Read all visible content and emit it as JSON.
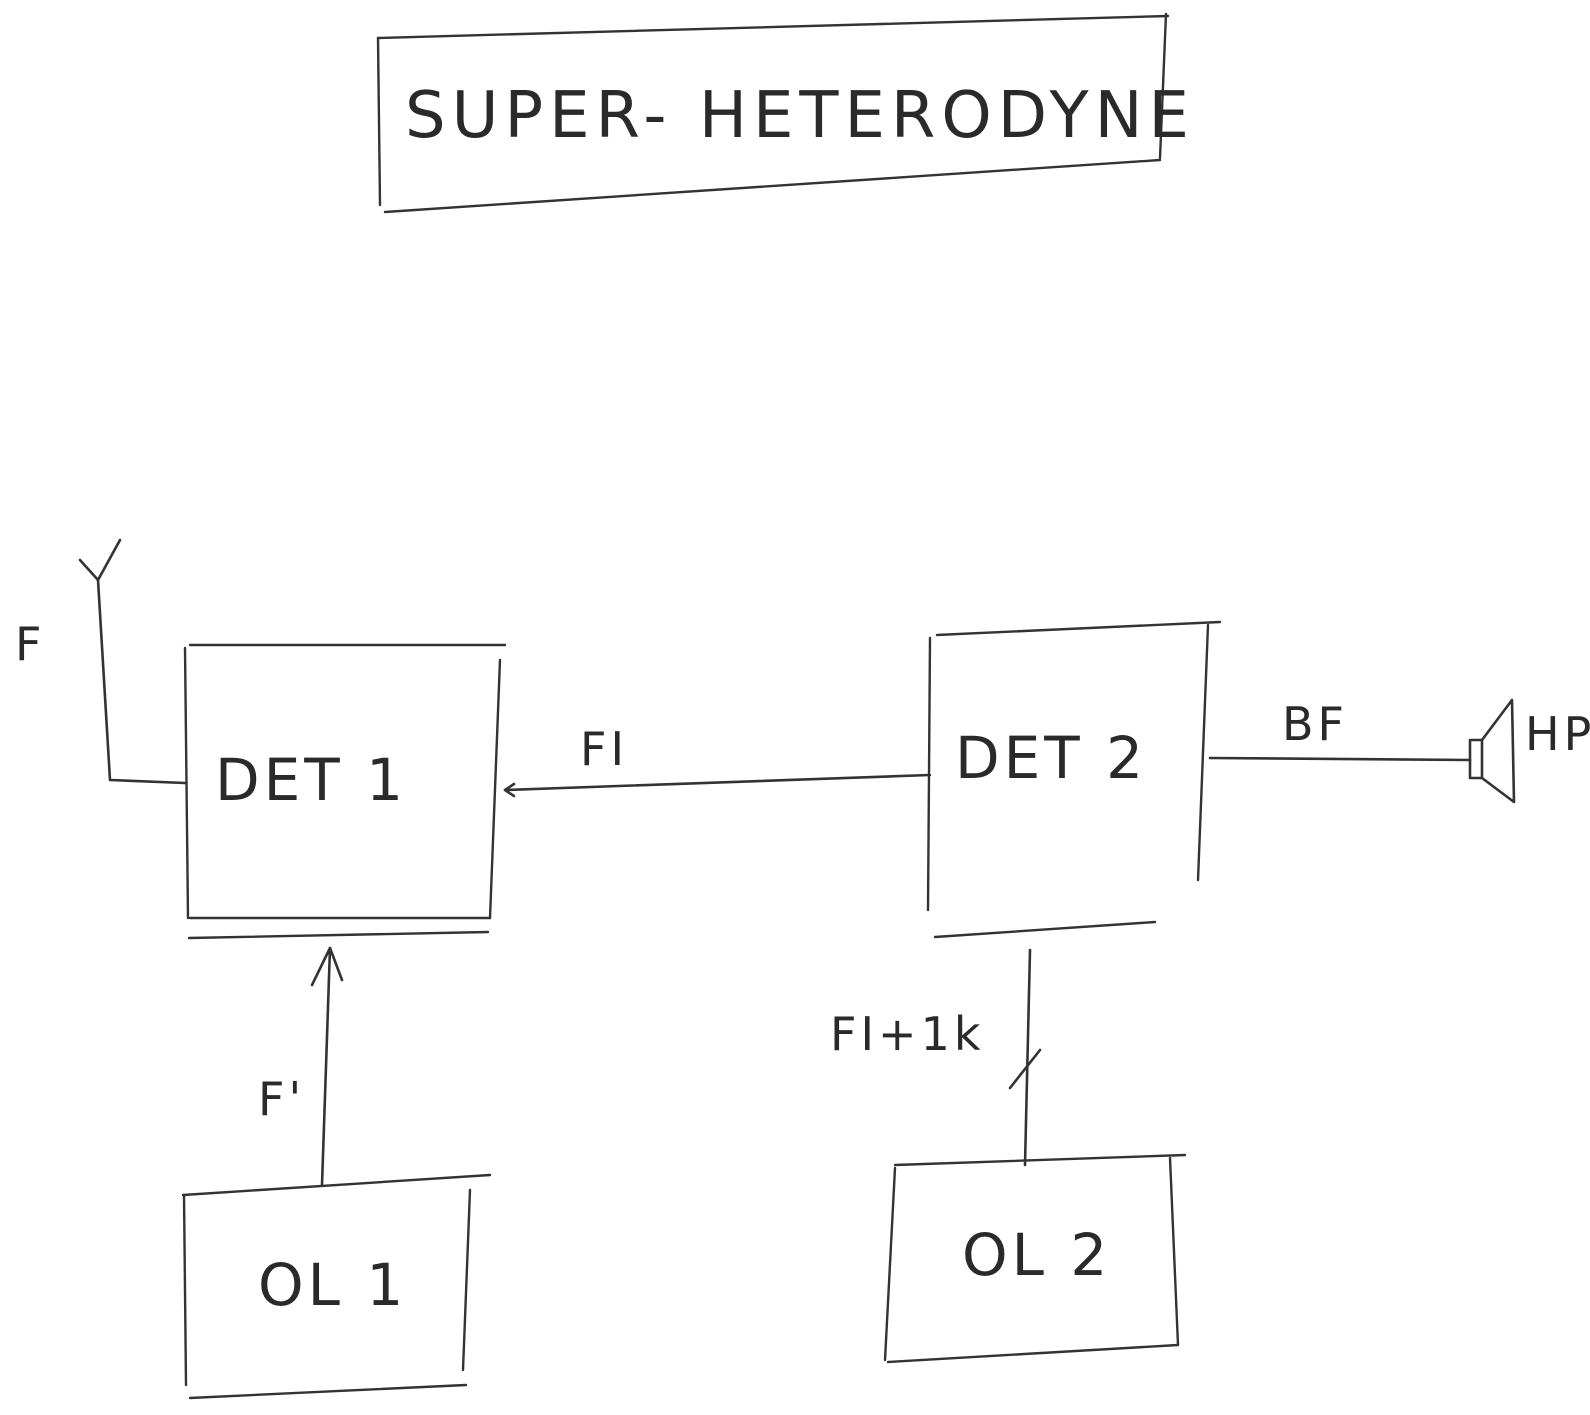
{
  "title": "SUPER- HETERODYNE",
  "blocks": {
    "det1": "DET 1",
    "det2": "DET 2",
    "ol1": "OL 1",
    "ol2": "OL 2"
  },
  "signals": {
    "antenna_input": "F",
    "local_osc_1": "F'",
    "intermediate": "FI",
    "local_osc_2": "FI+1k",
    "audio": "BF",
    "speaker": "HP"
  },
  "colors": {
    "ink": "#333333",
    "paper": "#ffffff"
  }
}
